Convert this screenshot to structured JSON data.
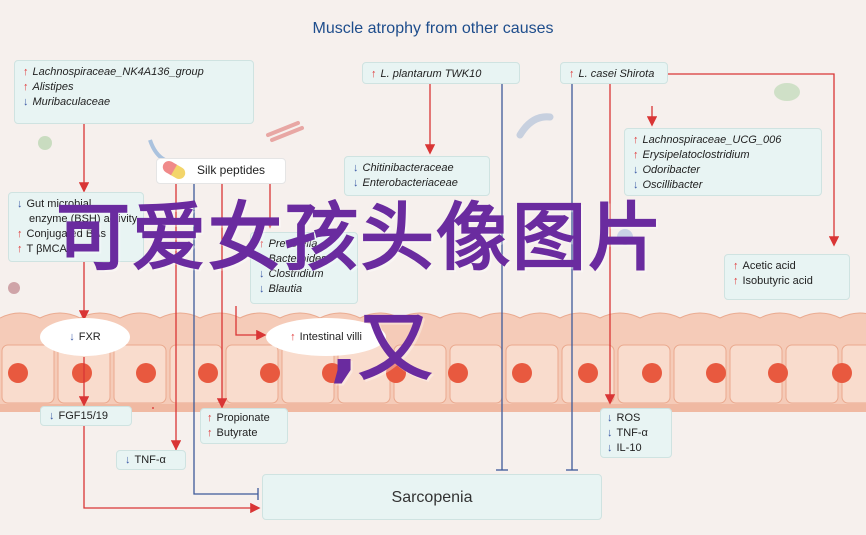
{
  "title": "Muscle atrophy from other causes",
  "box_left_top": [
    {
      "dir": "up",
      "label": "Lachnospiraceae_NK4A136_group"
    },
    {
      "dir": "up",
      "label": "Alistipes"
    },
    {
      "dir": "down",
      "label": "Muribaculaceae"
    }
  ],
  "box_plantarum": {
    "dir": "up",
    "label": "L. plantarum TWK10"
  },
  "box_casei": {
    "dir": "up",
    "label": "L. casei Shirota"
  },
  "silk": {
    "label": "Silk peptides"
  },
  "box_chitin": [
    {
      "dir": "down",
      "label": "Chitinibacteraceae"
    },
    {
      "dir": "down",
      "label": "Enterobacteriaceae"
    }
  ],
  "box_right": [
    {
      "dir": "up",
      "label": "Lachnospiraceae_UCG_006"
    },
    {
      "dir": "up",
      "label": "Erysipelatoclostridium"
    },
    {
      "dir": "down",
      "label": "Odoribacter"
    },
    {
      "dir": "down",
      "label": "Oscillibacter"
    }
  ],
  "box_gut": [
    {
      "dir": "down",
      "label": "Gut microbial"
    },
    {
      "dir": "",
      "label": "enzyme (BSH) activity"
    },
    {
      "dir": "up",
      "label": "Conjugated BAs"
    },
    {
      "dir": "up",
      "label": "T βMCA"
    }
  ],
  "box_mid": [
    {
      "dir": "up",
      "label": "Prevotella"
    },
    {
      "dir": "up",
      "label": "Bacteroides"
    },
    {
      "dir": "down",
      "label": "Clostridium"
    },
    {
      "dir": "down",
      "label": "Blautia"
    }
  ],
  "box_acid": [
    {
      "dir": "up",
      "label": "Acetic acid"
    },
    {
      "dir": "up",
      "label": "Isobutyric acid"
    }
  ],
  "fxr": {
    "dir": "down",
    "label": "FXR"
  },
  "villi": {
    "dir": "up",
    "label": "Intestinal villi"
  },
  "fgf": {
    "dir": "down",
    "label": "FGF15/19"
  },
  "box_prop": [
    {
      "dir": "up",
      "label": "Propionate"
    },
    {
      "dir": "up",
      "label": "Butyrate"
    }
  ],
  "box_ros": [
    {
      "dir": "down",
      "label": "ROS"
    },
    {
      "dir": "down",
      "label": "TNF-α"
    },
    {
      "dir": "down",
      "label": "IL-10"
    }
  ],
  "tnf_left": {
    "dir": "down",
    "label": "TNF-α"
  },
  "sarcopenia": "Sarcopenia",
  "watermark_line1": "可爱女孩头像图片",
  "watermark_line2": ",又",
  "colors": {
    "up": "#e03a3a",
    "down": "#3b5aa6",
    "box": "#e8f4f3",
    "arrow": "#d93535",
    "inhibit": "#3d5a9a",
    "watermark": "#6a2b9f"
  }
}
